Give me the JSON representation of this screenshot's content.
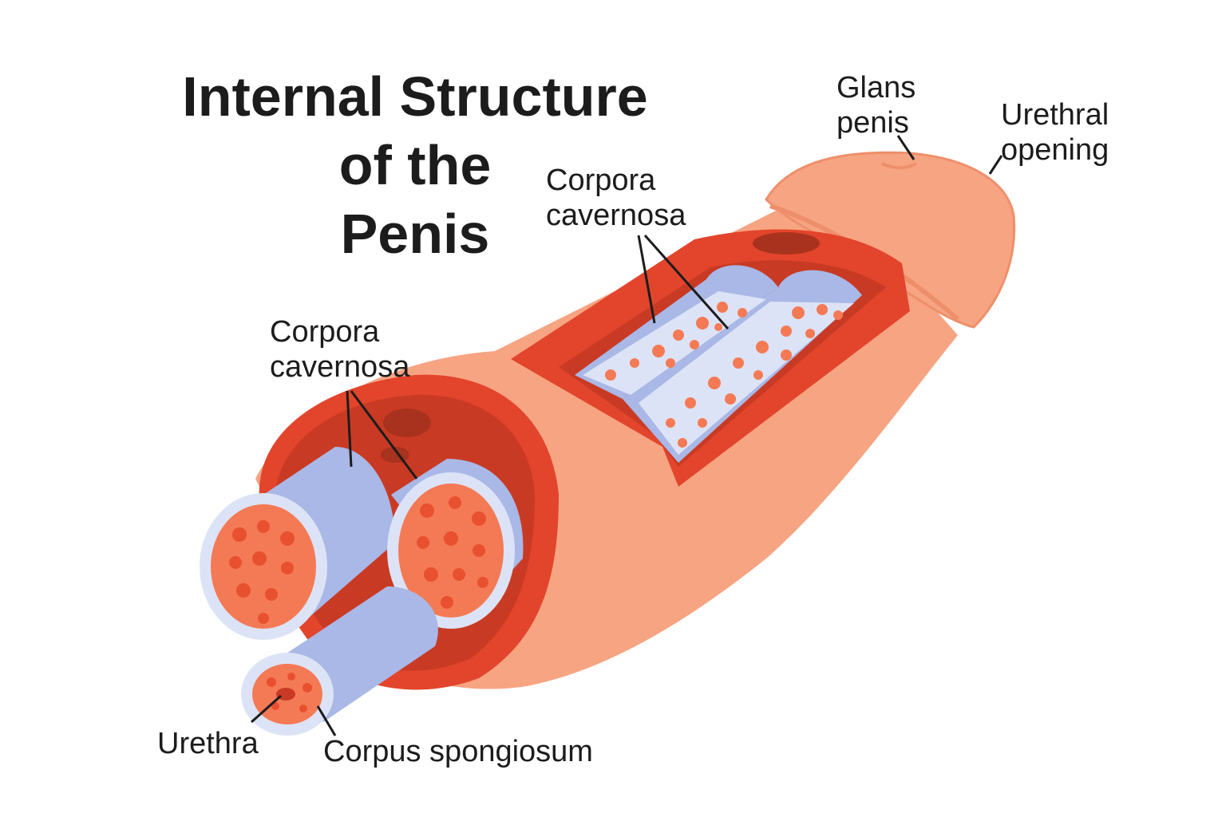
{
  "title": {
    "line1": "Internal Structure",
    "line2": "of the",
    "line3": "Penis"
  },
  "labels": {
    "glans_penis": {
      "line1": "Glans",
      "line2": "penis"
    },
    "urethral_opening": {
      "line1": "Urethral",
      "line2": "opening"
    },
    "corpora_cavernosa_top": {
      "line1": "Corpora",
      "line2": "cavernosa"
    },
    "corpora_cavernosa_left": {
      "line1": "Corpora",
      "line2": "cavernosa"
    },
    "urethra": "Urethra",
    "corpus_spongiosum": "Corpus spongiosum"
  },
  "colors": {
    "skin": "#f7a482",
    "skin_shadow": "#ee8f6b",
    "tunica": "#e2452b",
    "tunica_dark": "#c93a24",
    "vessel_dark": "#a8321d",
    "cylinder": "#a9b8e6",
    "cylinder_light": "#dde3f6",
    "tissue": "#f47a55",
    "tissue_spot": "#e8502f",
    "text": "#1c1c1c"
  }
}
